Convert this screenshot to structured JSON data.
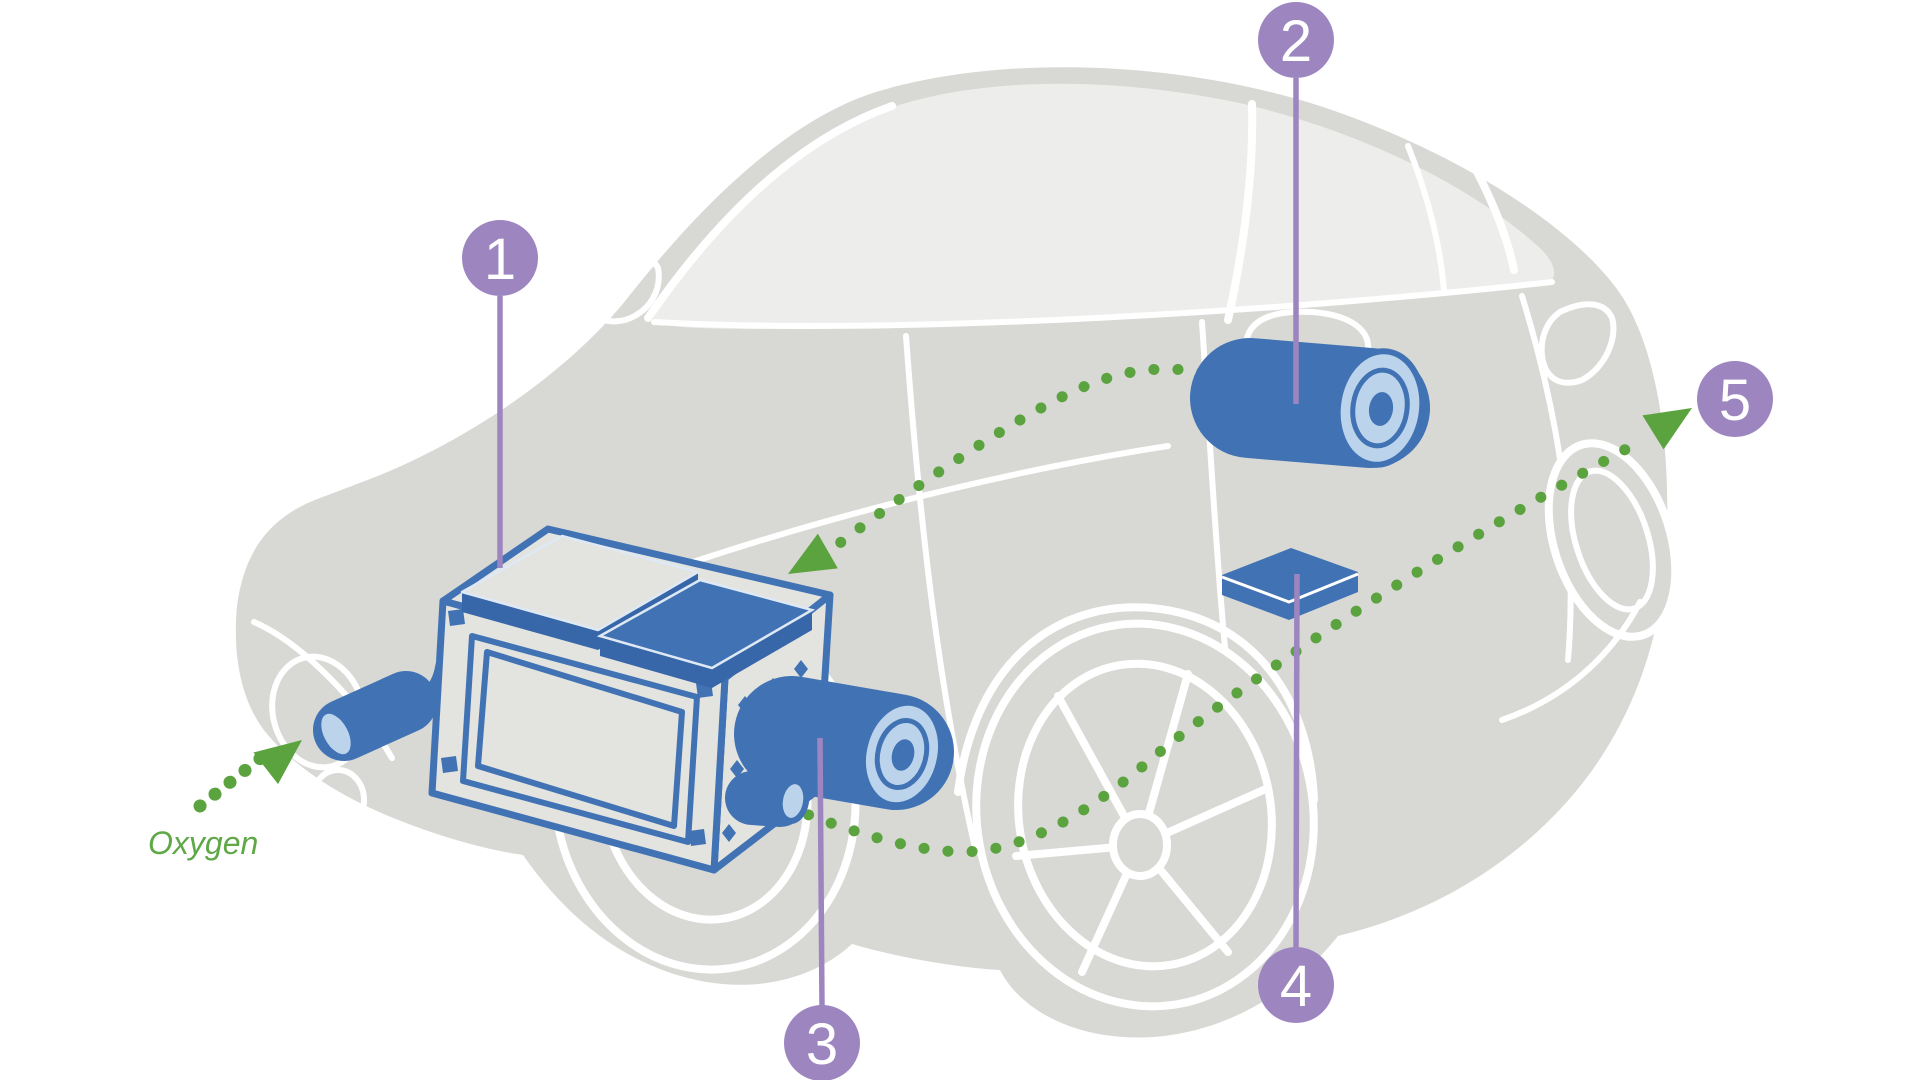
{
  "diagram": {
    "callouts": [
      {
        "number": "1"
      },
      {
        "number": "2"
      },
      {
        "number": "3"
      },
      {
        "number": "4"
      },
      {
        "number": "5"
      }
    ],
    "labels": {
      "oxygen": "Oxygen"
    },
    "colors": {
      "component_blue": "#4173b4",
      "component_blue_light": "#bcd3ec",
      "component_face_gray": "#e3e3e0",
      "flow_green": "#5ba33e",
      "oxygen_text_green": "#5fa848",
      "callout_purple": "#9d86c0",
      "car_body_gray": "#d8d8d5",
      "car_line_white": "#ffffff",
      "glass_gray": "#ededeb",
      "background": "#ffffff"
    }
  }
}
